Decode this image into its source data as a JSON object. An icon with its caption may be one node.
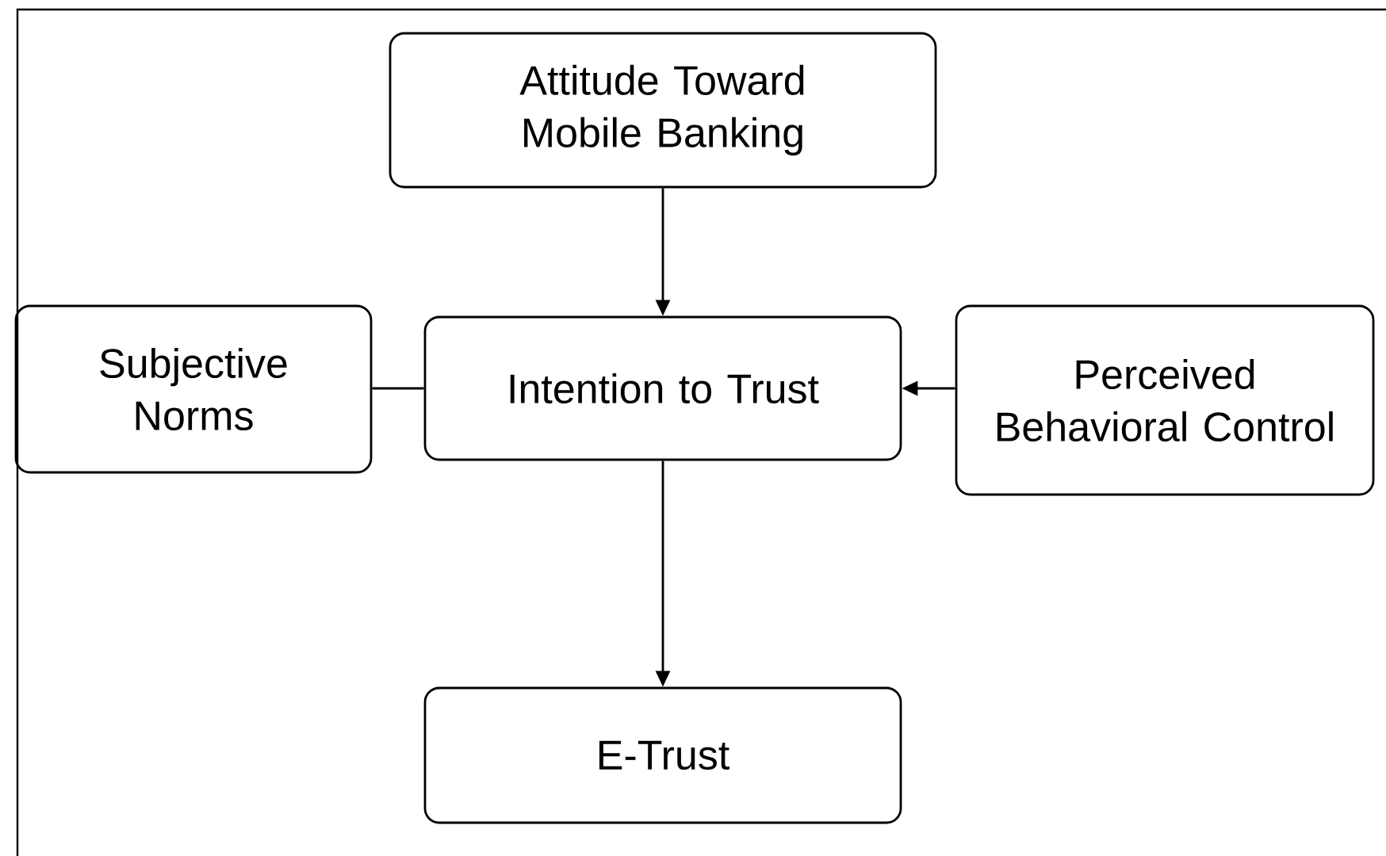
{
  "diagram": {
    "nodes": [
      {
        "text": [
          "Attitude Toward Mobile Banking"
        ]
      },
      {
        "text": [
          "Subjective Norms"
        ]
      },
      {
        "text": [
          "Intention to Trust"
        ]
      },
      {
        "text": [
          "Perceived Behavioral Control"
        ]
      },
      {
        "text": [
          "E-Trust"
        ]
      }
    ],
    "edges": [
      {
        "from": 0,
        "to": 2,
        "arrow": "to"
      },
      {
        "from": 1,
        "to": 2,
        "arrow": "none"
      },
      {
        "from": 3,
        "to": 2,
        "arrow": "to"
      },
      {
        "from": 2,
        "to": 4,
        "arrow": "to"
      }
    ]
  }
}
